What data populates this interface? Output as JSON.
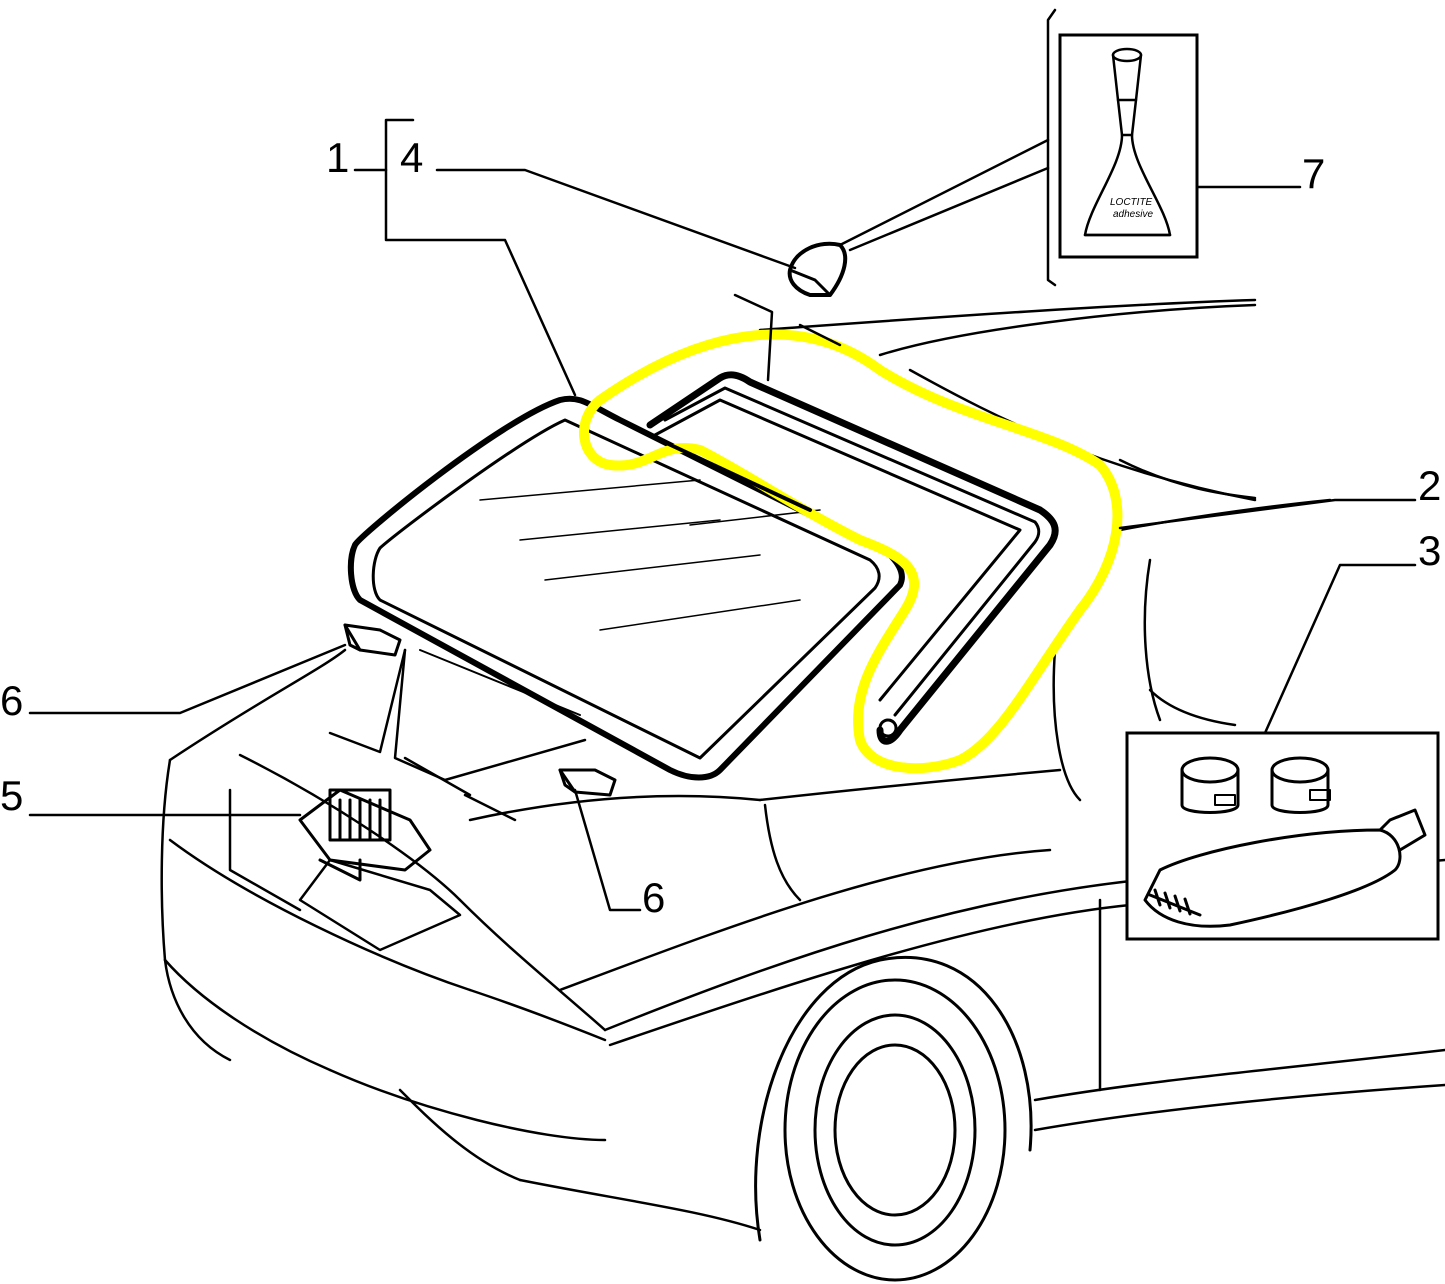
{
  "callouts": {
    "c1": "1",
    "c2": "2",
    "c3": "3",
    "c4": "4",
    "c5": "5",
    "c6_left": "6",
    "c6_bottom": "6",
    "c7": "7"
  },
  "adhesive_box": {
    "line1": "LOCTITE",
    "line2": "adhesive"
  },
  "colors": {
    "highlight": "#ffff00",
    "line": "#000000",
    "background": "#ffffff"
  },
  "icons": [
    "windscreen-glass",
    "windscreen-seal",
    "clip",
    "connector-block",
    "bumper-clip",
    "adhesive-bottle",
    "primer-kit"
  ]
}
